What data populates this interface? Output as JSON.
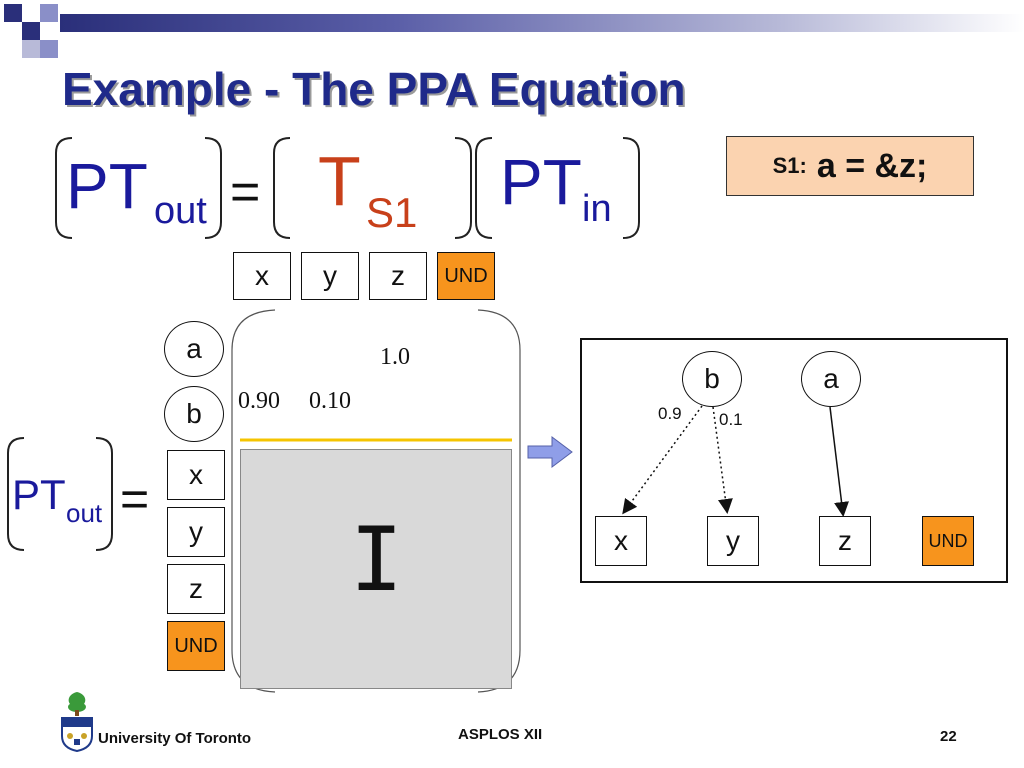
{
  "slide": {
    "title": "Example - The PPA Equation",
    "page_number": "22",
    "footer": {
      "left": "University Of Toronto",
      "center": "ASPLOS XII"
    }
  },
  "equation": {
    "pt": "PT",
    "out_sub": "out",
    "equals": "=",
    "t": "T",
    "s1_sub": "S1",
    "in_sub": "in"
  },
  "statement": {
    "label": "S1:",
    "code": "a = &z;"
  },
  "targets": [
    "x",
    "y",
    "z",
    "UND"
  ],
  "sources": [
    "a",
    "b",
    "x",
    "y",
    "z",
    "UND"
  ],
  "matrix": {
    "a_row_value": "1.0",
    "b_row_x": "0.90",
    "b_row_y": "0.10",
    "identity": "I"
  },
  "graph": {
    "pointer_nodes": [
      "b",
      "a"
    ],
    "target_nodes": [
      "x",
      "y",
      "z",
      "UND"
    ],
    "edge_labels": [
      "0.9",
      "0.1"
    ]
  },
  "colors": {
    "title": "#1f2a8a",
    "pt_blue": "#1a1a9c",
    "t_red": "#c8401a",
    "und_fill": "#f7941d",
    "statement_fill": "#fbd3b0",
    "matrix_fill": "#d9d9d9",
    "divider_line": "#f5c400",
    "arrow_fill": "#8f9ee8"
  }
}
